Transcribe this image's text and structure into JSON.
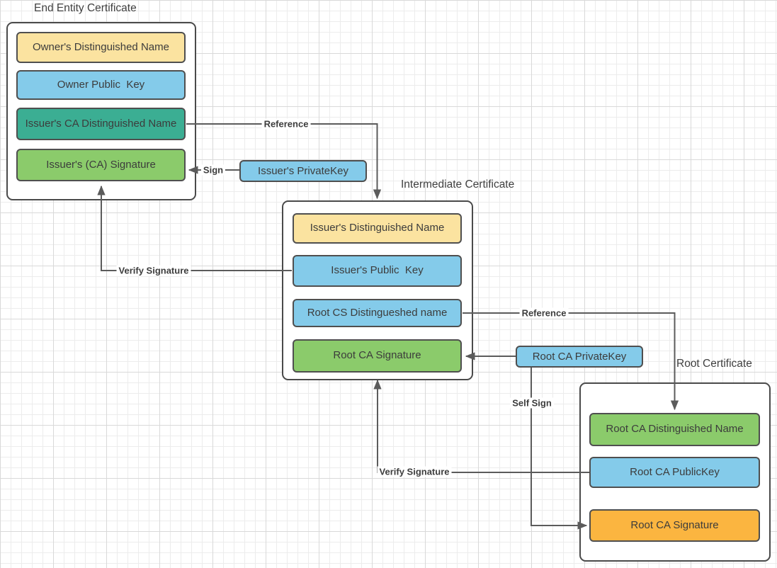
{
  "colors": {
    "yellow": "#FBE3A0",
    "blue": "#84CBEA",
    "teal": "#3BAE93",
    "green": "#8BCB6B",
    "orange": "#FBB540",
    "box_border": "#4A4A4A",
    "connector": "#5B5B5B",
    "text": "#3C3C3C"
  },
  "end_entity": {
    "title": "End Entity Certificate",
    "fields": [
      {
        "label": "Owner's Distinguished Name",
        "color": "#FBE3A0"
      },
      {
        "label": "Owner Public  Key",
        "color": "#84CBEA"
      },
      {
        "label": "Issuer's CA Distinguished Name",
        "color": "#3BAE93"
      },
      {
        "label": "Issuer's (CA) Signature",
        "color": "#8BCB6B"
      }
    ]
  },
  "intermediate": {
    "title": "Intermediate Certificate",
    "fields": [
      {
        "label": "Issuer's Distinguished Name",
        "color": "#FBE3A0"
      },
      {
        "label": "Issuer's Public  Key",
        "color": "#84CBEA"
      },
      {
        "label": "Root CS Distingueshed name",
        "color": "#84CBEA"
      },
      {
        "label": "Root CA Signature",
        "color": "#8BCB6B"
      }
    ]
  },
  "root": {
    "title": "Root Certificate",
    "fields": [
      {
        "label": "Root CA Distinguished Name",
        "color": "#8BCB6B"
      },
      {
        "label": "Root CA PublicKey",
        "color": "#84CBEA"
      },
      {
        "label": "Root CA Signature",
        "color": "#FBB540"
      }
    ]
  },
  "keys": {
    "issuer_private_key": {
      "label": "Issuer's PrivateKey",
      "color": "#84CBEA"
    },
    "root_private_key": {
      "label": "Root CA PrivateKey",
      "color": "#84CBEA"
    }
  },
  "connectors": {
    "reference_top": "Reference",
    "sign": "Sign",
    "verify_signature_left": "Verify Signature",
    "reference_right": "Reference",
    "self_sign": "Self Sign",
    "verify_signature_right": "Verify Signature"
  }
}
